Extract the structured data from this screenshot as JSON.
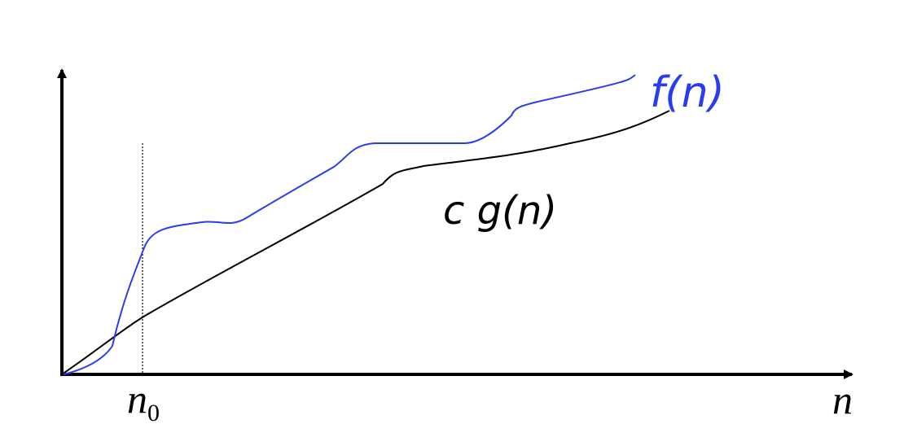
{
  "diagram": {
    "labels": {
      "f": "f(n)",
      "g": "c g(n)",
      "n0_base": "n",
      "n0_sub": "0",
      "x_axis": "n"
    },
    "colors": {
      "f_curve": "#2a3cf0",
      "g_curve": "#000000",
      "axes": "#000000",
      "marker": "#000000"
    }
  }
}
